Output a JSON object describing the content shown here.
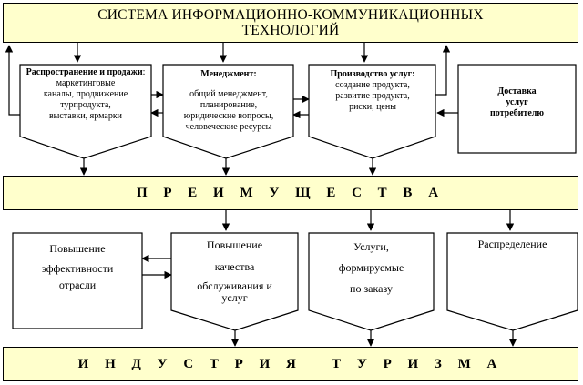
{
  "top_band": {
    "line1": "СИСТЕМА ИНФОРМАЦИОННО-КОММУНИКАЦИОННЫХ",
    "line2": "ТЕХНОЛОГИЙ"
  },
  "distribution": {
    "title": "Распространение и продажи",
    "colon": ":",
    "lines": [
      "маркетинговые",
      "каналы, продвижение",
      "турпродукта,",
      "выставки, ярмарки"
    ]
  },
  "management": {
    "title": "Менеджмент:",
    "lines": [
      "общий менеджмент,",
      "планирование,",
      "юридические вопросы,",
      "человеческие ресурсы"
    ]
  },
  "production": {
    "title": "Производство услуг:",
    "lines": [
      "создание продукта,",
      "развитие продукта,",
      "риски, цены"
    ]
  },
  "delivery": {
    "lines": [
      "Доставка",
      "услуг",
      "потребителю"
    ]
  },
  "advantages": "П Р Е И М У Щ Е С Т В А",
  "efficiency": {
    "lines": [
      "Повышение",
      "эффективности",
      "отрасли"
    ]
  },
  "quality": {
    "lines": [
      "Повышение",
      "качества",
      "обслуживания и",
      "услуг"
    ]
  },
  "services": {
    "lines": [
      "Услуги,",
      "формируемые",
      "по заказу"
    ]
  },
  "distribution2": {
    "lines": [
      "Распределение"
    ]
  },
  "tourism": "И Н Д У С Т Р И Я   Т У Р И З М А"
}
